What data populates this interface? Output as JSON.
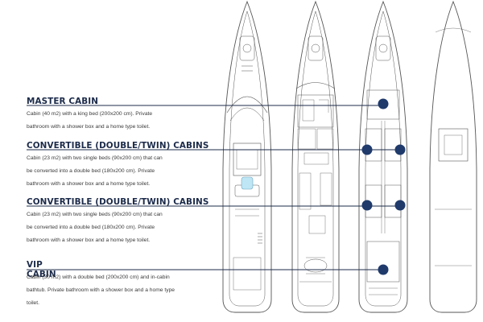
{
  "cabins": [
    {
      "title": "MASTER CABIN",
      "description_lines": [
        "Cabin (40 m2) with a king bed (200x200 cm). Private",
        "bathroom with a shower box and a home type toilet."
      ]
    },
    {
      "title": "CONVERTIBLE (DOUBLE/TWIN) CABINS",
      "description_lines": [
        "Cabin (23 m2) with two single beds (90x200 cm) that can",
        "be converted into a double bed (180x200 cm). Private",
        "bathroom with a shower box and a home type toilet."
      ]
    },
    {
      "title": "CONVERTIBLE (DOUBLE/TWIN) CABINS",
      "description_lines": [
        "Cabin (23 m2) with two single beds (90x200 cm) that can",
        "be converted into a double bed (180x200 cm). Private",
        "bathroom with a shower box and a home type toilet."
      ]
    },
    {
      "title": "VIP CABIN",
      "description_lines": [
        "Cabin (30 m2) with a double bed (200x200 cm) and in-cabin",
        "bathtub. Private bathroom with a shower box and a home type",
        "toilet."
      ]
    }
  ],
  "colors": {
    "title": "#1c2b4a",
    "leader_line": "#1c2b4a",
    "marker": "#1f3a6b",
    "hull_line": "#555555",
    "pool": "#bfe6f5"
  }
}
